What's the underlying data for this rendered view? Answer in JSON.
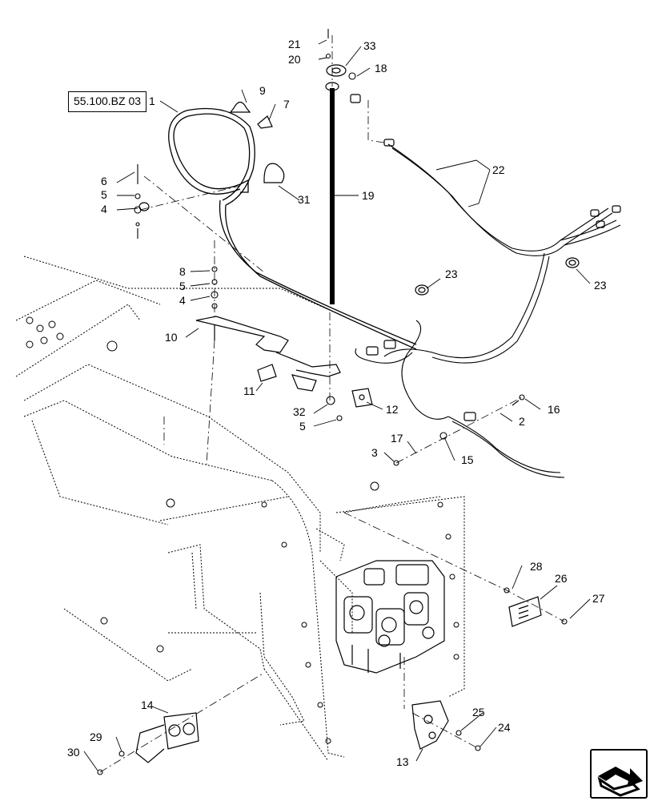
{
  "reference": {
    "label": "55.100.BZ 03"
  },
  "callouts": [
    {
      "id": "c1",
      "text": "1"
    },
    {
      "id": "c2",
      "text": "2"
    },
    {
      "id": "c3",
      "text": "3"
    },
    {
      "id": "c4a",
      "text": "4"
    },
    {
      "id": "c4b",
      "text": "4"
    },
    {
      "id": "c5a",
      "text": "5"
    },
    {
      "id": "c5b",
      "text": "5"
    },
    {
      "id": "c5c",
      "text": "5"
    },
    {
      "id": "c6",
      "text": "6"
    },
    {
      "id": "c7",
      "text": "7"
    },
    {
      "id": "c8",
      "text": "8"
    },
    {
      "id": "c9",
      "text": "9"
    },
    {
      "id": "c10",
      "text": "10"
    },
    {
      "id": "c11",
      "text": "11"
    },
    {
      "id": "c12",
      "text": "12"
    },
    {
      "id": "c13",
      "text": "13"
    },
    {
      "id": "c14",
      "text": "14"
    },
    {
      "id": "c15",
      "text": "15"
    },
    {
      "id": "c16",
      "text": "16"
    },
    {
      "id": "c17",
      "text": "17"
    },
    {
      "id": "c18",
      "text": "18"
    },
    {
      "id": "c19",
      "text": "19"
    },
    {
      "id": "c20",
      "text": "20"
    },
    {
      "id": "c21",
      "text": "21"
    },
    {
      "id": "c22",
      "text": "22"
    },
    {
      "id": "c23a",
      "text": "23"
    },
    {
      "id": "c23b",
      "text": "23"
    },
    {
      "id": "c24",
      "text": "24"
    },
    {
      "id": "c25",
      "text": "25"
    },
    {
      "id": "c26",
      "text": "26"
    },
    {
      "id": "c27",
      "text": "27"
    },
    {
      "id": "c28",
      "text": "28"
    },
    {
      "id": "c29",
      "text": "29"
    },
    {
      "id": "c30",
      "text": "30"
    },
    {
      "id": "c31",
      "text": "31"
    },
    {
      "id": "c32",
      "text": "32"
    },
    {
      "id": "c33",
      "text": "33"
    }
  ],
  "navigation": {
    "icon": "next-page-arrow-icon"
  }
}
